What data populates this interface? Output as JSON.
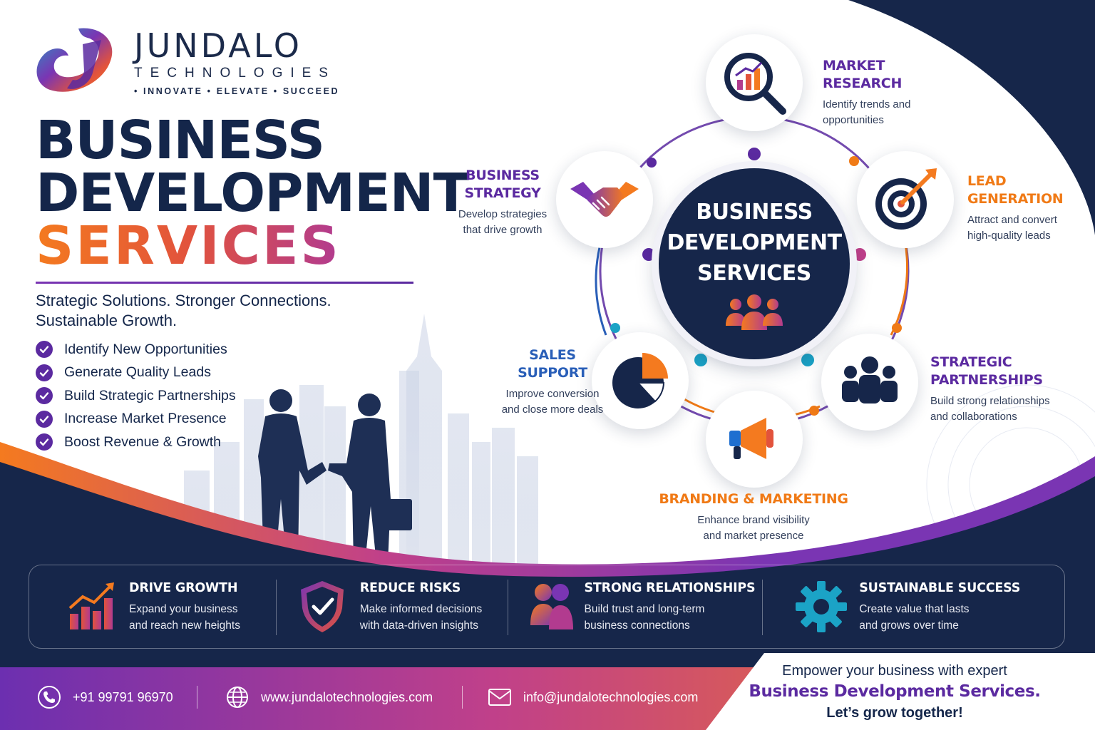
{
  "brand": {
    "name": "JUNDALO",
    "sub": "TECHNOLOGIES",
    "tagline": "• INNOVATE • ELEVATE • SUCCEED"
  },
  "headline": {
    "line1": "BUSINESS",
    "line2": "DEVELOPMENT",
    "line3": "SERVICES"
  },
  "subtagline": "Strategic Solutions. Stronger Connections. Sustainable Growth.",
  "checklist": [
    "Identify New Opportunities",
    "Generate Quality Leads",
    "Build Strategic Partnerships",
    "Increase Market Presence",
    "Boost Revenue & Growth"
  ],
  "center": {
    "line1": "BUSINESS",
    "line2": "DEVELOPMENT",
    "line3": "SERVICES",
    "icon": "people-group-icon"
  },
  "services": {
    "market_research": {
      "title1": "MARKET",
      "title2": "RESEARCH",
      "desc1": "Identify trends and",
      "desc2": "opportunities",
      "icon": "magnifier-chart-icon"
    },
    "lead_generation": {
      "title1": "LEAD",
      "title2": "GENERATION",
      "desc1": "Attract and convert",
      "desc2": "high-quality leads",
      "icon": "target-icon"
    },
    "strategic_partnerships": {
      "title1": "STRATEGIC",
      "title2": "PARTNERSHIPS",
      "desc1": "Build strong relationships",
      "desc2": "and collaborations",
      "icon": "team-icon"
    },
    "branding_marketing": {
      "title1": "BRANDING & MARKETING",
      "desc1": "Enhance brand visibility",
      "desc2": "and market presence",
      "icon": "megaphone-icon"
    },
    "sales_support": {
      "title1": "SALES",
      "title2": "SUPPORT",
      "desc1": "Improve conversion",
      "desc2": "and close more deals",
      "icon": "pie-chart-icon"
    },
    "business_strategy": {
      "title1": "BUSINESS",
      "title2": "STRATEGY",
      "desc1": "Develop strategies",
      "desc2": "that drive growth",
      "icon": "handshake-icon"
    }
  },
  "benefits": [
    {
      "title": "DRIVE GROWTH",
      "desc1": "Expand your business",
      "desc2": "and reach new heights",
      "icon": "growth-chart-icon"
    },
    {
      "title": "REDUCE RISKS",
      "desc1": "Make informed decisions",
      "desc2": "with data-driven insights",
      "icon": "shield-check-icon"
    },
    {
      "title": "STRONG RELATIONSHIPS",
      "desc1": "Build trust and long-term",
      "desc2": "business connections",
      "icon": "people-icon"
    },
    {
      "title": "SUSTAINABLE SUCCESS",
      "desc1": "Create value that lasts",
      "desc2": "and grows over time",
      "icon": "gear-icon"
    }
  ],
  "contact": {
    "phone": "+91 99791 96970",
    "website": "www.jundalotechnologies.com",
    "email": "info@jundalotechnologies.com"
  },
  "cta": {
    "line1": "Empower your business with expert",
    "line2": "Business Development Services.",
    "line3": "Let’s grow together!"
  },
  "colors": {
    "navy": "#16264a",
    "purple": "#5b2aa0",
    "orange": "#f07a16",
    "magenta": "#b23b8f",
    "teal": "#1ba3c6"
  }
}
